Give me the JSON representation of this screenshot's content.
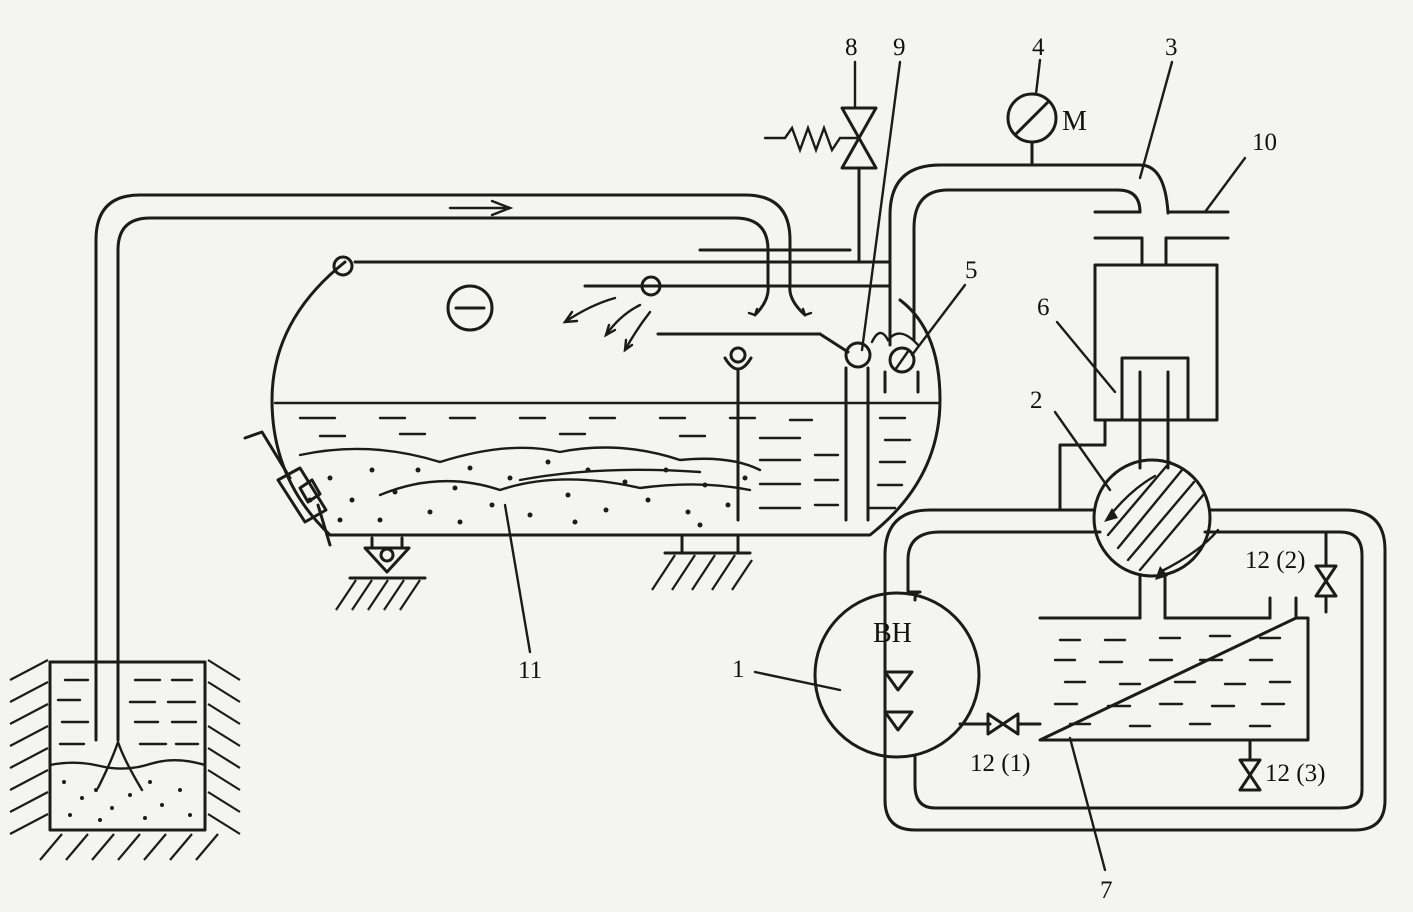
{
  "labels": {
    "n1": "1",
    "n2": "2",
    "n3": "3",
    "n4": "4",
    "n5": "5",
    "n6": "6",
    "n7": "7",
    "n8": "8",
    "n9": "9",
    "n10": "10",
    "n11": "11",
    "valve_12_1": "12 (1)",
    "valve_12_2": "12 (2)",
    "valve_12_3": "12 (3)",
    "gauge_m": "M",
    "pump_bh": "BH"
  }
}
